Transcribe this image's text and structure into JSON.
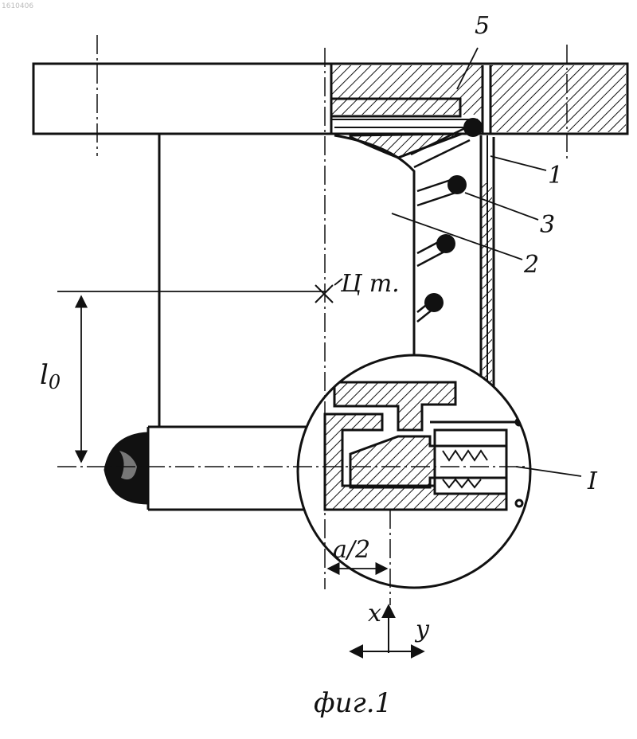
{
  "corner_id": "1610406",
  "parts": {
    "part_5": "5",
    "part_1": "1",
    "part_3": "3",
    "part_2": "2",
    "detail_I": "I"
  },
  "annotations": {
    "center_mark": "Ц т.",
    "length": "l",
    "length_sub": "0",
    "offset": "a/2",
    "axis_x": "x",
    "axis_y": "y"
  },
  "caption": "фиг.1",
  "colors": {
    "ink": "#111111",
    "paper": "#ffffff"
  }
}
